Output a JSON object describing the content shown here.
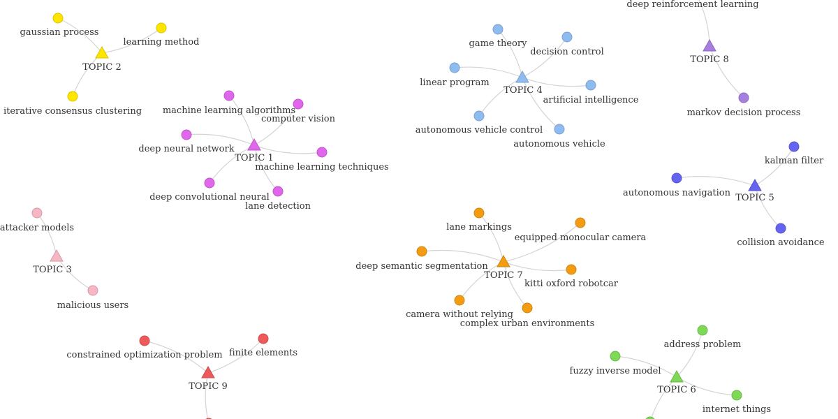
{
  "clusters": [
    {
      "id": 2,
      "label": "TOPIC 2",
      "color": "#ffe600",
      "terms": [
        "gaussian process",
        "learning method",
        "iterative consensus clustering"
      ]
    },
    {
      "id": 1,
      "label": "TOPIC 1",
      "color": "#e066ec",
      "terms": [
        "machine learning algorithms",
        "computer vision",
        "deep neural network",
        "machine learning techniques",
        "deep convolutional neural",
        "lane detection"
      ]
    },
    {
      "id": 4,
      "label": "TOPIC 4",
      "color": "#8fbcf0",
      "terms": [
        "game theory",
        "decision control",
        "linear program",
        "artificial intelligence",
        "autonomous vehicle control",
        "autonomous vehicle"
      ]
    },
    {
      "id": 8,
      "label": "TOPIC 8",
      "color": "#a57ee0",
      "terms": [
        "deep reinforcement learning",
        "markov decision process"
      ]
    },
    {
      "id": 5,
      "label": "TOPIC 5",
      "color": "#6464f0",
      "terms": [
        "kalman filter",
        "autonomous navigation",
        "collision avoidance"
      ]
    },
    {
      "id": 3,
      "label": "TOPIC 3",
      "color": "#f7b6c4",
      "terms": [
        "attacker models",
        "malicious users"
      ]
    },
    {
      "id": 7,
      "label": "TOPIC 7",
      "color": "#f39c12",
      "terms": [
        "lane markings",
        "equipped monocular camera",
        "deep semantic segmentation",
        "kitti oxford robotcar",
        "camera without relying",
        "complex urban environments"
      ]
    },
    {
      "id": 9,
      "label": "TOPIC 9",
      "color": "#ee5a5a",
      "terms": [
        "constrained optimization problem",
        "finite elements"
      ]
    },
    {
      "id": 6,
      "label": "TOPIC 6",
      "color": "#7ed957",
      "terms": [
        "address problem",
        "fuzzy inverse model",
        "internet things"
      ]
    }
  ]
}
